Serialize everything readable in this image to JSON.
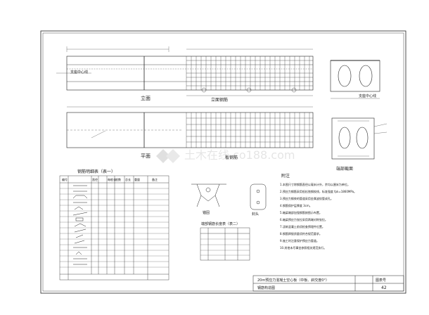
{
  "drawing": {
    "views": {
      "elevation_label": "立面",
      "plan_label": "平面",
      "elevation_detail_label": "立面钢筋",
      "plan_detail_label": "板钢筋",
      "cross_section_label": "端部截面"
    },
    "callouts": {
      "support_center": "支座中心线",
      "support_center_2": "支座中心线"
    },
    "rebar_table": {
      "title": "钢筋明细表（表一）",
      "headers": [
        "编号",
        "直径",
        "每根长",
        "根数",
        "总长",
        "重量",
        "备注"
      ]
    },
    "length_table": {
      "title": "端部钢筋长度表（表二）"
    },
    "details": {
      "detail_a": "锚固",
      "detail_b": "封头"
    },
    "notes": {
      "heading": "附注",
      "lines": [
        "1.本图尺寸除钢筋直径以毫米计外，余均以厘米为单位。",
        "2.预应力钢筋采用低松弛钢绞线，标准强度 fpk=1860MPa。",
        "3.预应力钢束的管道采用金属波纹管成孔。",
        "4.钢筋保护层厚度 3cm。",
        "5.箱梁端部加强钢筋按图示布置。",
        "6.箱梁预应力张拉采用两端对称张拉。",
        "7.浇筑混凝土前须检查预埋件位置。",
        "8.钢筋焊接质量须符合规范要求。",
        "9.施工时注意保护预应力管道。",
        "10.其他未尽事宜参照相关规范执行。"
      ]
    },
    "title_block": {
      "title": "20m预应力混凝土空心板（中板、斜交度0°）",
      "subtitle": "钢筋构造图",
      "label": "图表号",
      "sheet_no": "42"
    },
    "watermark": "土木在线 co188.com"
  }
}
